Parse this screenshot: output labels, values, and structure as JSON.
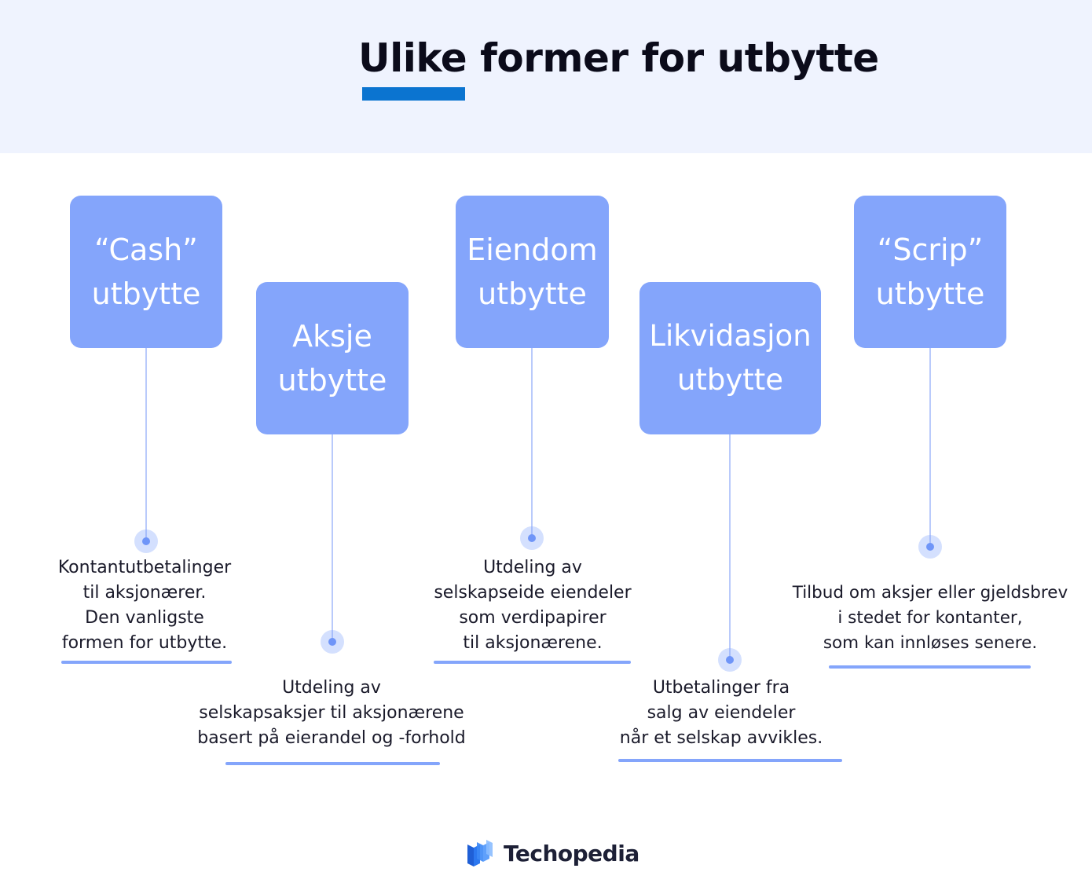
{
  "title": "Ulike former for utbytte",
  "items": [
    {
      "box": [
        "“Cash”",
        "utbytte"
      ],
      "description": [
        "Kontantutbetalinger",
        "til aksjonærer.",
        "Den vanligste",
        "formen for utbytte."
      ]
    },
    {
      "box": [
        "Aksje",
        "utbytte"
      ],
      "description": [
        "Utdeling av",
        "selskapsaksjer til aksjonærene",
        "basert på eierandel og -forhold"
      ]
    },
    {
      "box": [
        "Eiendom",
        "utbytte"
      ],
      "description": [
        "Utdeling av",
        "selskapseide eiendeler",
        "som verdipapirer",
        "til aksjonærene."
      ]
    },
    {
      "box": [
        "Likvidasjon",
        "utbytte"
      ],
      "description": [
        "Utbetalinger fra",
        "salg av eiendeler",
        "når et selskap avvikles."
      ]
    },
    {
      "box": [
        "“Scrip”",
        "utbytte"
      ],
      "description": [
        "Tilbud om aksjer eller gjeldsbrev",
        "i stedet for kontanter,",
        "som kan innløses senere."
      ]
    }
  ],
  "logo": {
    "text": "Techopedia"
  },
  "colors": {
    "header_bg": "#eff3fe",
    "accent": "#0b74d0",
    "box": "#84a5fb",
    "text": "#1a1a2a"
  }
}
